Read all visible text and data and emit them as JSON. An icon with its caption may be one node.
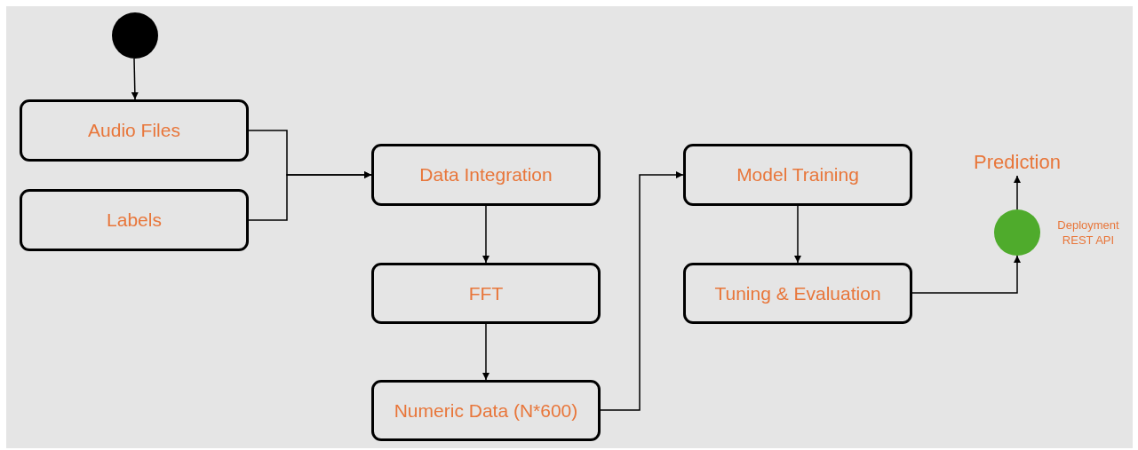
{
  "diagram": {
    "nodes": [
      {
        "text": [],
        "shape": "circle"
      },
      {
        "text": [
          "Audio Files"
        ]
      },
      {
        "text": [
          "Labels"
        ]
      },
      {
        "text": [
          "Data Integration"
        ]
      },
      {
        "text": [
          "FFT"
        ]
      },
      {
        "text": [
          "Numeric Data (N*600)"
        ]
      },
      {
        "text": [
          "Model Training"
        ]
      },
      {
        "text": [
          "Tuning & Evaluation"
        ]
      },
      {
        "text": [],
        "shape": "circle",
        "beside": [
          "Deployment REST API"
        ]
      },
      {
        "text": [
          "Prediction"
        ]
      }
    ],
    "edges": [
      {
        "from": 0,
        "to": 1,
        "arrow": "to"
      },
      {
        "from": 1,
        "to": 3,
        "arrow": "to"
      },
      {
        "from": 2,
        "to": 3,
        "arrow": "to"
      },
      {
        "from": 3,
        "to": 4,
        "arrow": "to"
      },
      {
        "from": 4,
        "to": 5,
        "arrow": "to"
      },
      {
        "from": 5,
        "to": 6,
        "arrow": "to"
      },
      {
        "from": 6,
        "to": 7,
        "arrow": "to"
      },
      {
        "from": 7,
        "to": 8,
        "arrow": "to"
      },
      {
        "from": 8,
        "to": 9,
        "arrow": "to"
      }
    ]
  }
}
